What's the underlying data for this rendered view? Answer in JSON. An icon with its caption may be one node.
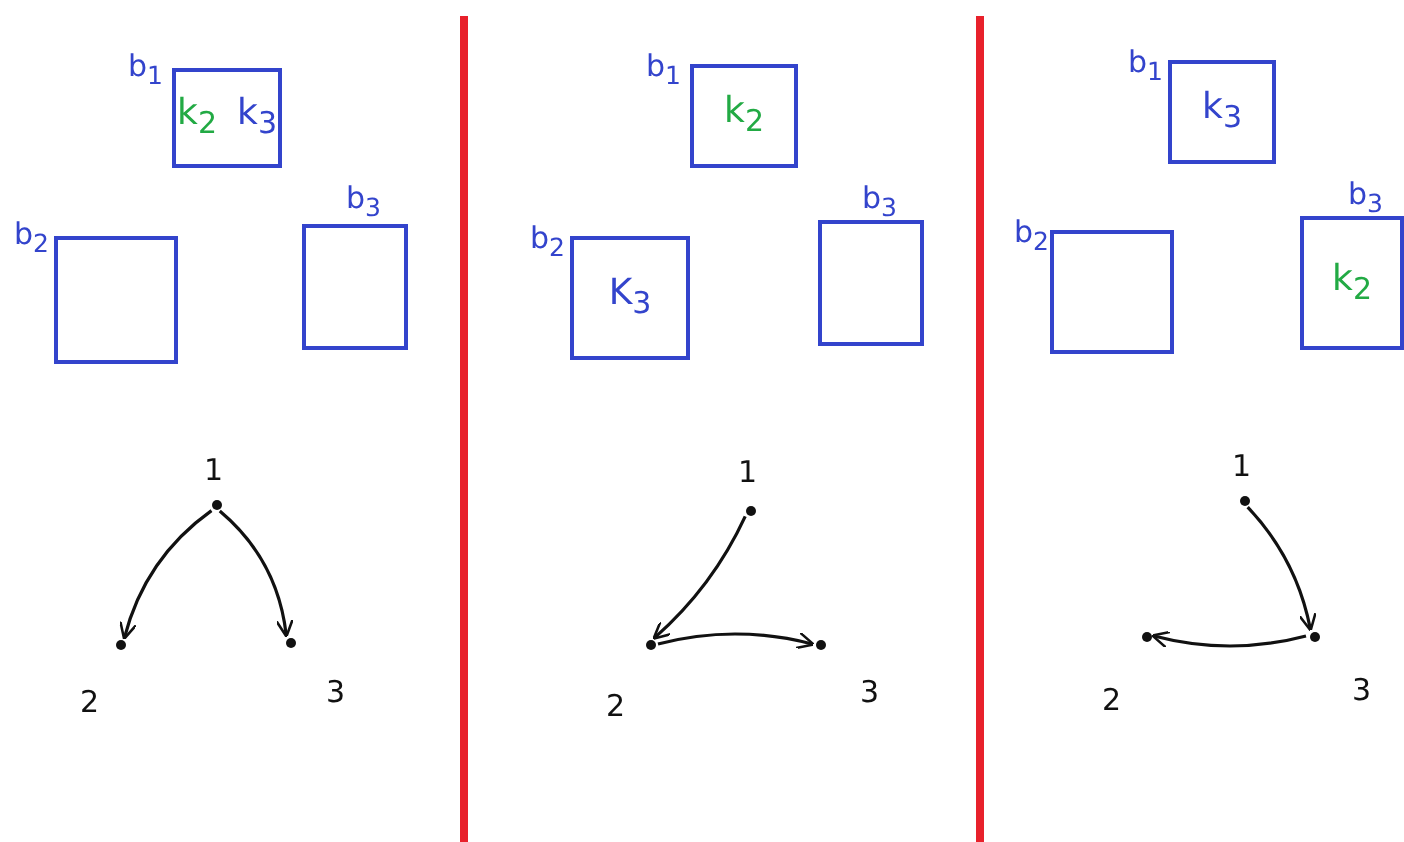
{
  "diagram": {
    "nodes": [
      {
        "text": [
          "k$_{2}$",
          "k$_{3}$"
        ],
        "beside": [
          "b$_{1}$"
        ]
      },
      {
        "text": [],
        "shape": "box",
        "beside": [
          "b$_{2}$"
        ]
      },
      {
        "text": [],
        "shape": "box",
        "beside": [
          "b$_{3}$"
        ]
      },
      {
        "text": [],
        "shape": "circle",
        "beside": [
          "1"
        ]
      },
      {
        "text": [],
        "shape": "circle",
        "beside": [
          "2"
        ]
      },
      {
        "text": [],
        "shape": "circle",
        "beside": [
          "3"
        ]
      },
      {
        "text": [
          "k$_{2}$"
        ],
        "beside": [
          "b$_{1}$"
        ]
      },
      {
        "text": [
          "K$_{3}$"
        ],
        "beside": [
          "b$_{2}$"
        ]
      },
      {
        "text": [],
        "shape": "box",
        "beside": [
          "b$_{3}$"
        ]
      },
      {
        "text": [],
        "shape": "circle",
        "beside": [
          "1"
        ]
      },
      {
        "text": [],
        "shape": "circle",
        "beside": [
          "2"
        ]
      },
      {
        "text": [],
        "shape": "circle",
        "beside": [
          "3"
        ]
      },
      {
        "text": [
          "k$_{3}$"
        ],
        "beside": [
          "b$_{1}$"
        ]
      },
      {
        "text": [],
        "shape": "box",
        "beside": [
          "b$_{2}$"
        ]
      },
      {
        "text": [
          "k$_{2}$"
        ],
        "beside": [
          "b$_{3}$"
        ]
      },
      {
        "text": [],
        "shape": "circle",
        "beside": [
          "1"
        ]
      },
      {
        "text": [],
        "shape": "circle",
        "beside": [
          "2"
        ]
      },
      {
        "text": [],
        "shape": "circle",
        "beside": [
          "3"
        ]
      }
    ],
    "edges": [
      {
        "from": 3,
        "to": 4,
        "arrow": "to"
      },
      {
        "from": 3,
        "to": 5,
        "arrow": "to"
      },
      {
        "from": 9,
        "to": 10,
        "arrow": "to"
      },
      {
        "from": 10,
        "to": 11,
        "arrow": "to"
      },
      {
        "from": 15,
        "to": 17,
        "arrow": "to"
      },
      {
        "from": 17,
        "to": 16,
        "arrow": "to"
      }
    ]
  }
}
